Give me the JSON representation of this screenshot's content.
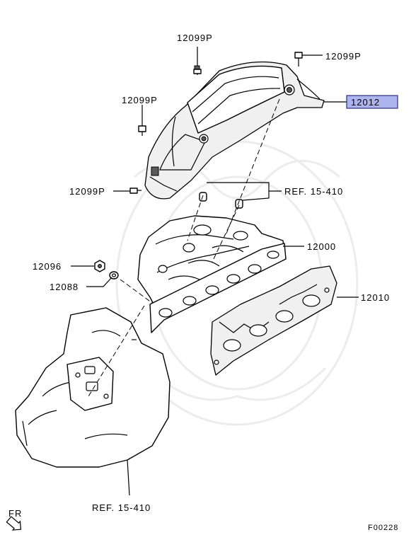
{
  "labels": {
    "bolt_top": "12099P",
    "bolt_right": "12099P",
    "bolt_left_upper": "12099P",
    "bolt_left_lower": "12099P",
    "heat_protector": "12012",
    "ref_upper": "REF. 15-410",
    "manifold": "12000",
    "nut": "12096",
    "washer": "12088",
    "gasket": "12010",
    "ref_lower": "REF. 15-410",
    "front_marker": "FR",
    "figure_id": "F00228"
  },
  "colors": {
    "highlight_fill": "#aeb4ee",
    "highlight_border": "#2c2f7a",
    "line": "#000000"
  }
}
